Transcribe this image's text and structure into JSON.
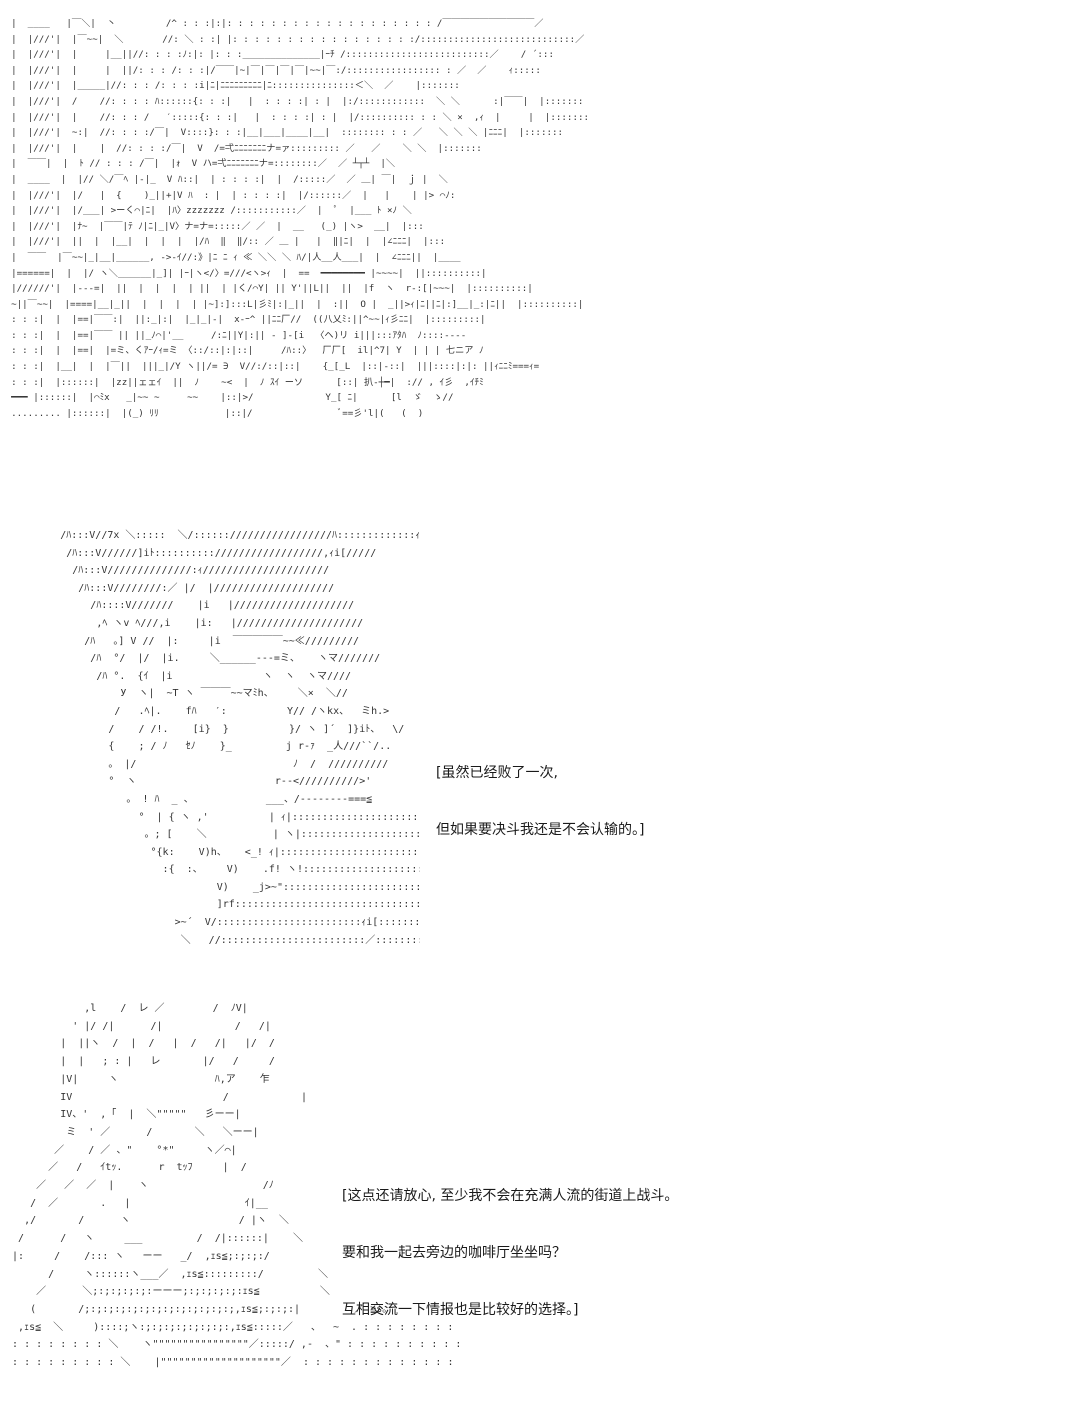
{
  "panel_top": {
    "ascii_art": "  |  ____   |￣＼|  丶         /^ : : :|:|: : : : : : : : : : : : : : : : : : : /￣￣￣￣￣￣￣￣￣￣／\n  |  |///'|  |￣~~|  ＼       //: ＼ : :| |: : : : : : : : : : : : : : : : :/::::::::::::::::::::::::::::／\n  |  |///'|  |     |__||//: : : :ﾉ:|: |: : :______________|ｰﾁ /::::::::::::::::::::::::::／    / ´:::\n  |  |///'|  |     |  ||/: : : /: : :|/￣￣|~|￣|￣|￣|￣|~~|￣:/::::::::::::::::: : ／  ／    ｨ:::::\n  |  |///'|  |_____|//: : : /: : : :i|ﾆ|ﾆﾆﾆﾆﾆﾆﾆﾆﾆ|ﾆ:::::::::::::::＜＼  ／    |:::::::\n  |  |///'|  /    //: : : : ﾊ::::::{: : :|   |  : : : :| : |  |:/::::::::::::  ＼ ＼      :|￣￣|  |:::::::\n  |  |///'|  |    //: : : /   ′:::::{: : :|   |  : : : :| : |  |/:::::::::: : : ＼ ×  ,ｨ  |     |  |:::::::\n  |  |///'|  ~:|  //: : : :/￣|  V::::}: : :|__|___|____|__|  :::::::: : : ／   ＼ ＼ ＼ |ﾆﾆﾆ|  |:::::::\n  |  |///'|  |    |  //: : : :/￣|  V  /=弌ﾆﾆﾆﾆﾆﾆﾆナ=ァ::::::::: ／   ／    ＼ ＼  |:::::::\n  |  ￣￣|  |  ﾄ // : : : /￣|  |ｫ  V ハ=弌ﾆﾆﾆﾆﾆﾆﾆナ=::::::::／  ／ ┴┬┴  |＼  \n  |  ____  |  |// ＼/￣ﾍ |-|_  V ﾊ::|  | : : : :|  |  /:::::／  ／ ＿| ￣|  ｊ |  ＼\n  |  |///'|  |/   |  {    )_||+|V ﾊ  : |  | : : : :|  |/::::::／  |   |    | |> ⌒ﾉ:  \n  |  |///'|  |/___| >ーく⌒|ﾆ|  |ﾊ〉zzzzzzz /:::::::::::／  |  ﾟ  |___ ﾄ ×ﾉ ＼\n  |  |///'|  |ﾅ~  |￣￣|ﾃ ﾉ|ﾆ|_|V〉ナ=ナ=:::::／ ／  |  __   (_) |ヽ>  __|  |:::\n  |  |///'|  ||  |  |__|  |  |  |  |/ﾊ  ‖  ‖/:: ／ ＿ |   |  ‖|ﾆ|  |  |∠ﾆﾆﾆ|  |:::\n  |  ￣￣  |￣~~|_|__|______, ->-ｲ//:》|ﾆ ﾆ ｨ ≪ ＼＼ ＼ ﾊ/|人__人___|  |  ∠ﾆﾆﾆ||  |____\n  |======|  |  |/ ヽ＼______|_]| |ｰ|ヽ</〉=///<ヽ>ｨ  |  ==  ━━━━━━━━ |~~~~|  ||::::::::::|\n  |//////'|  |---=|  ||  |  |  |  | ||  | |く/⌒Y| || Y'||L||  ||  |f  ヽ  r-:[|~~~|  |::::::::::|\n  ~||￣~~|  |====|__|_||  |  |  |  | |~]:]:::L|彡ﾐ|:|_||  |  :||  O |  _||>ｨ|ﾆ||ﾆ|:]__|_:|ﾆ||  |::::::::::|\n  : : :|  |  |==|￣￣:|  ||:_|:|  |_|_|-|  x-ｰ^ ||ﾆﾆ厂//  ((八乂ﾐ:||^~~|ｨ彡ﾆﾆ|  |:::::::::|\n  : : :|  |  |==|￣￣ || ||_ﾉ⌒|'__     /:ﾆ||Y|:|| - ]-[i  〈ヘ)リ i|||:::ｱﾀﾊ  ﾉ::::----\n  : : :|  |  |==|  |=ミ、くｱｰ/ｨ=ミ 〈::/::|:|::|     /ﾊ::〉  厂厂[  il|^7| Y  | | | 七ニア ﾉ\n  : : :|  |__|  |  |￣||  |||_|/Y ヽ||/= ∋  V//:/::|::|    {_[_L  |::|-::|  |||::::|:|: ||ｨﾆﾆﾐ===ｨ=\n  : : :|  |::::::|  |zz||ェェｲ  ||  ﾉ    ~<  |  ﾉ ｽｲ ーソ      [::| 扒-┼━|  :// , ｲ彡  ,ｲﾁﾐ\n  ━━━ |::::::|  |⌒ﾐx   _|~~ ~     ~~    |::|>/             Y_[ ﾆ|      [l  ゞ  ゝ//\n  ......... |::::::|  |(_) ﾘﾘ            |::|/                ﾞ==彡'l|(   (  )"
  },
  "panel_middle": {
    "ascii_art": "          /ﾊ:::V//7x ＼:::::  ＼/:::::://///////////////ﾊ:::::::::::::ｨi[\n           /ﾊ:::V//////]iﾄ:::::::::://////////////////,ｨi[/////\n            /ﾊ:::V//////////////:ｨ/////////////////////\n             /ﾊ:::V////////:／ |/  |////////////////////\n               /ﾊ::::V///////    |i   |////////////////////\n                ,ﾍ ヽv ﾍ///,i    |i:   |/////////////////////\n              /ﾊ   。] V //  |:     |i  ￣￣￣￣￣~~≪/////////\n               /ﾊ  °/  |/  |i.     ＼______---=ミ、   ヽマ///////\n                /ﾊ °.  {ｲ  |i               ヽ  ヽ  ヽマ////\n                    У  ヽ|  ~T ヽ ￣￣￣~~マﾐh、    ＼×  ＼//\n                   /   .ﾍ|.    fﾊ   ′:          Y// /ヽkx、  ミh.>\n                  /    / /!.    [i}  }          }/ ヽ ]´  ]}iﾄ、  \\/\n                  {    ; / ﾉ   ｾﾉ    }_         j r-ｧ  _人///``/..\n                  。 |/                          ﾉ  /  //////////\n                  °  ヽ                       r--<//////////>'\n                     。 ! ﾊ  _ 、            ___、/--------===≦\n                       °  | { ヽ ,'          | ｨ|:::::::::::::::::::::::::/\n                        。; [    ＼           | ヽ|:::::::::::::::::::::::::::\n                         °{k:    V)h、   <_! ｨ|::::::::::::::::::::::::::::{\n                           :{  :、    V)    .f! ヽ!:::::::::::::::::::::---=ミ、\n                                    V)    _j>~\":::::::::::::::::::::::::::::::::\n                                    ]rf::::::::::::::::::::::::::::::::____ :::::ヽ\n                             >~´  V/::::::::::::::::::::::::ｨi[::::::::::::::]iﾄヽ\n                              ＼   //::::::::::::::::::::::::／:::::::::::::::::::::::::::"
  },
  "panel_bottom": {
    "ascii_art": "              ,l    /  レ ／        /  ﾉV|\n            ' |/ /|      /|            /   /|\n          |  ||ヽ  /  |  /   |  /   /|   |/  /\n          |  |   ; : |   レ       |/   /     /\n          |V|     ヽ                ﾊ,ア    乍\n          IV                         /            |\n          IV、'  ,「  |  ＼\"\"\"\"\"   彡ーー|\n           ミ  ' ／      /       ＼   ＼ーー|\n         ／    / ／ 、\"    °*\"     ヽ／⌒|\n        ／   /   ｲtｯ.      r  tｯﾌ     |  /\n      ／   ／  ／  |    ヽ                   /ﾉ\n     /  ／       .   |                   ｲ|__\n    ,/       /      ヽ                  / |ヽ  ＼\n   /      /   ヽ     ___         /  /|::::::|    ＼\n  |:     /    /::: ヽ   ーー   _/  ,ｪs≦;:;:;:/\n        /     ヽ::::::ヽ___／  ,ｪs≦:::::::::/         ＼\n      ／      ＼;:;:;:;:;:ーーー;:;:;:;:;:ｪs≦          ＼\n     (       /;:;:;:;:;:;:;:;:;:;:;:;:;,ｪs≦;:;:;:|         ／ ≧s｡\n   ,ｪs≦  ＼     )::::;ヽ:;:;:;:;:;:;:;:,ｪs≦:::::／   、  ~  . : : : : : : : : : : ≧s｡,\n  : : : : : : : : ＼    ヽ\"\"\"\"\"\"\"\"\"\"\"\"\"\"\"\"／:::::/ ,-  、\" : : : : : : : : : : : : : : : : : : : :\n  : : : : : : : : : ＼    |\"\"\"\"\"\"\"\"\"\"\"\"\"\"\"\"\"\"\"\"／  : : : : : : : : : : : : : : : : : : : : :"
  },
  "dialogue_1": {
    "line_1": "[虽然已经败了一次,",
    "line_2": "但如果要决斗我还是不会认输的。]"
  },
  "dialogue_2": {
    "line_1": "[这点还请放心, 至少我不会在充满人流的街道上战斗。",
    "line_2": "要和我一起去旁边的咖啡厅坐坐吗？",
    "line_3": "互相交流一下情报也是比较好的选择。]"
  }
}
